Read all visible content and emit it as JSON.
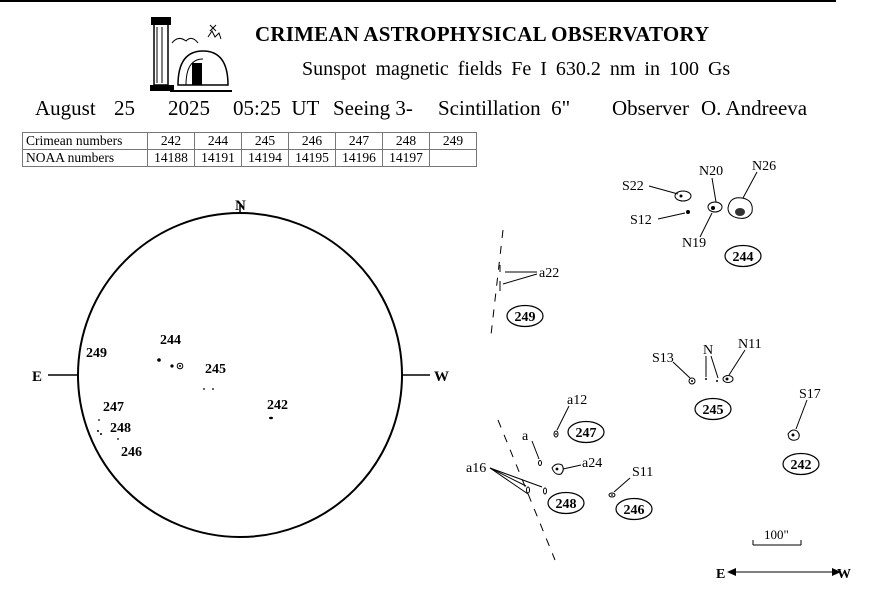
{
  "header": {
    "title": "CRIMEAN ASTROPHYSICAL OBSERVATORY",
    "subtitle": "Sunspot  magnetic  fields  Fe I 630.2 nm in 100 Gs"
  },
  "observation": {
    "month": "August",
    "day": "25",
    "year": "2025",
    "time": "05:25  UT",
    "seeing": "Seeing 3-",
    "scintillation": "Scintillation  6\"",
    "observer_label": "Observer",
    "observer_name": "O. Andreeva"
  },
  "table": {
    "row1_label": "Crimean numbers",
    "row2_label": "NOAA numbers",
    "crimean": [
      "242",
      "244",
      "245",
      "246",
      "247",
      "248",
      "249"
    ],
    "noaa": [
      "14188",
      "14191",
      "14194",
      "14195",
      "14196",
      "14197",
      ""
    ]
  },
  "disk": {
    "north": "N",
    "east": "E",
    "west": "W",
    "regions": [
      "244",
      "245",
      "242",
      "249",
      "247",
      "248",
      "246"
    ]
  },
  "detail": {
    "region_labels": [
      "244",
      "249",
      "245",
      "247",
      "242",
      "248",
      "246"
    ],
    "spot_labels": [
      "S22",
      "N20",
      "N26",
      "S12",
      "N19",
      "a22",
      "S13",
      "N",
      "N11",
      "S17",
      "a12",
      "a",
      "a24",
      "a16",
      "S11"
    ],
    "scale": "100\"",
    "compass_east": "E",
    "compass_west": "W"
  },
  "colors": {
    "ink": "#000000",
    "background": "#ffffff"
  }
}
